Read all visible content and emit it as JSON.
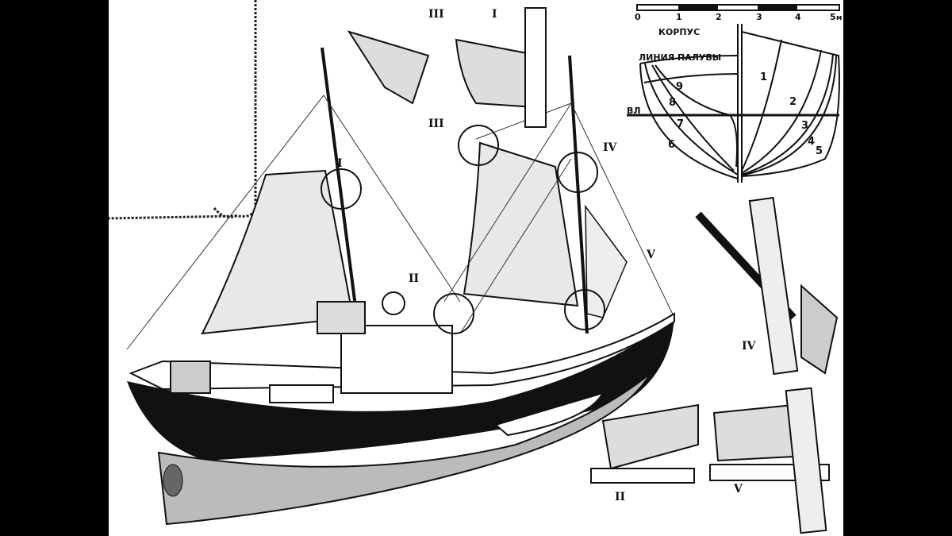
{
  "scale": {
    "ticks": [
      "0",
      "1",
      "2",
      "3",
      "4",
      "5"
    ],
    "unit": "м"
  },
  "hull_section": {
    "title": "КОРПУС",
    "deck_line_label": "ЛИНИЯ ПАЛУБЫ",
    "waterline_label": "ВЛ",
    "frame_numbers": [
      "1",
      "2",
      "3",
      "4",
      "5",
      "6",
      "7",
      "8",
      "9"
    ]
  },
  "detail_labels": {
    "I": "I",
    "II": "II",
    "III": "III",
    "IV": "IV",
    "V": "V"
  },
  "colors": {
    "ink": "#111111",
    "paper": "#ffffff",
    "border": "#000000"
  }
}
